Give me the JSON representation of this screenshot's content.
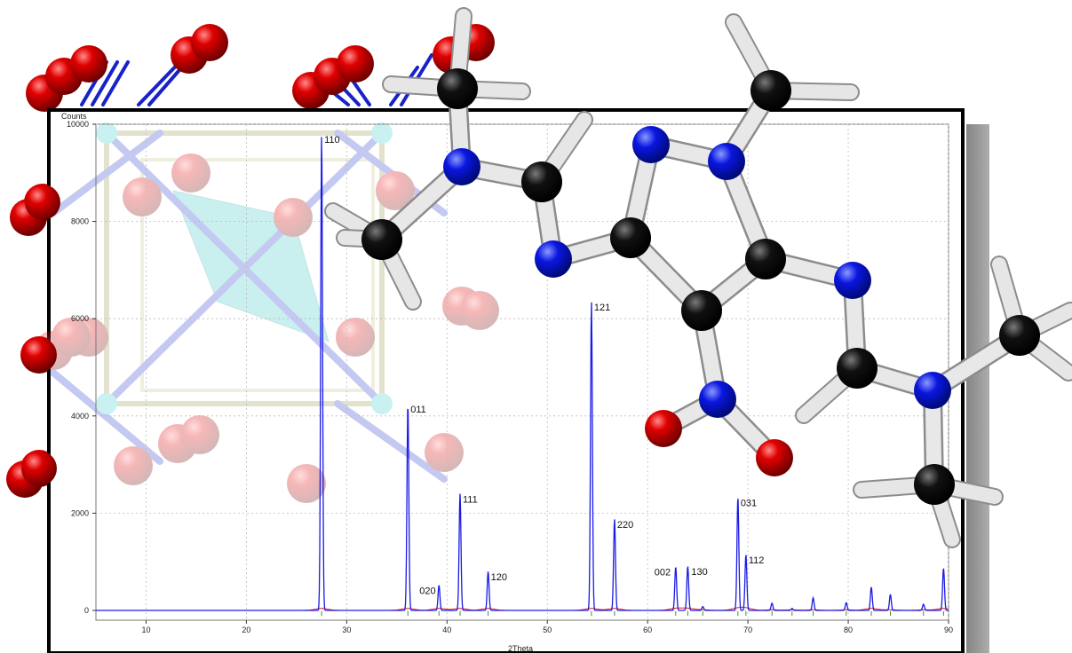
{
  "chart_data": {
    "type": "line",
    "ylabel": "Counts",
    "xlabel": "2Theta",
    "xlim": [
      5,
      90
    ],
    "ylim": [
      -200,
      10000
    ],
    "x_ticks": [
      10,
      20,
      30,
      40,
      50,
      60,
      70,
      80,
      90
    ],
    "y_ticks": [
      0,
      2000,
      4000,
      6000,
      8000,
      10000
    ],
    "grid": true,
    "colors": {
      "pattern": "#1a1ae6",
      "reference": "#e01a1a",
      "ticks": "#2a9a2a"
    },
    "peaks": [
      {
        "x": 27.5,
        "y": 9800,
        "label": "110"
      },
      {
        "x": 36.1,
        "y": 4250,
        "label": "011"
      },
      {
        "x": 39.2,
        "y": 520,
        "label": "020"
      },
      {
        "x": 41.3,
        "y": 2400,
        "label": "111"
      },
      {
        "x": 44.1,
        "y": 800,
        "label": "120"
      },
      {
        "x": 54.4,
        "y": 6350,
        "label": "121"
      },
      {
        "x": 56.7,
        "y": 1880,
        "label": "220"
      },
      {
        "x": 62.8,
        "y": 900,
        "label": "002"
      },
      {
        "x": 64.0,
        "y": 910,
        "label": "130"
      },
      {
        "x": 69.0,
        "y": 2330,
        "label": "031"
      },
      {
        "x": 69.8,
        "y": 1150,
        "label": "112"
      },
      {
        "x": 65.5,
        "y": 80,
        "label": ""
      },
      {
        "x": 72.4,
        "y": 150,
        "label": ""
      },
      {
        "x": 74.4,
        "y": 40,
        "label": ""
      },
      {
        "x": 76.5,
        "y": 260,
        "label": ""
      },
      {
        "x": 79.8,
        "y": 160,
        "label": ""
      },
      {
        "x": 82.3,
        "y": 480,
        "label": ""
      },
      {
        "x": 84.2,
        "y": 330,
        "label": ""
      },
      {
        "x": 87.5,
        "y": 130,
        "label": ""
      },
      {
        "x": 89.5,
        "y": 870,
        "label": ""
      }
    ]
  }
}
